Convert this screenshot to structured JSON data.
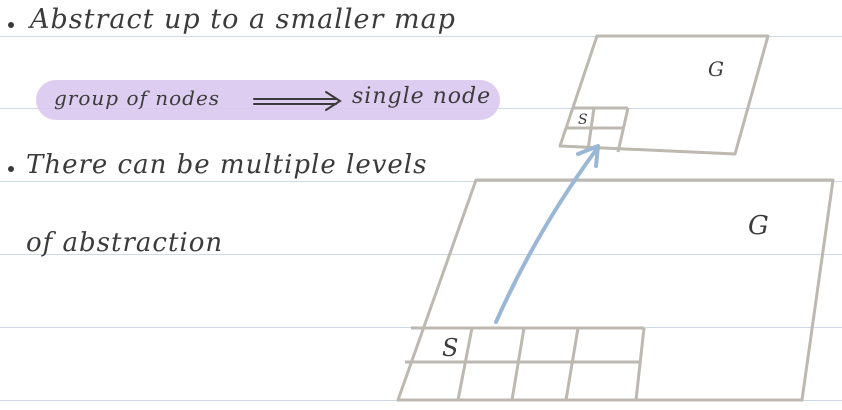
{
  "notes": {
    "line1": "Abstract up to a smaller map",
    "highlight_left": "group of nodes",
    "highlight_right": "single node",
    "line2": "There can be multiple levels",
    "line3": "of abstraction"
  },
  "diagram": {
    "small_map_goal_label": "G",
    "small_map_start_label": "S",
    "large_map_goal_label": "G",
    "large_map_start_label": "S"
  },
  "colors": {
    "ink": "#3b3b3b",
    "highlight": "#d9c8ee",
    "rule_line": "#cfd8e6",
    "map_stroke": "#bdb8b0",
    "arrow": "#9bb7d6"
  }
}
